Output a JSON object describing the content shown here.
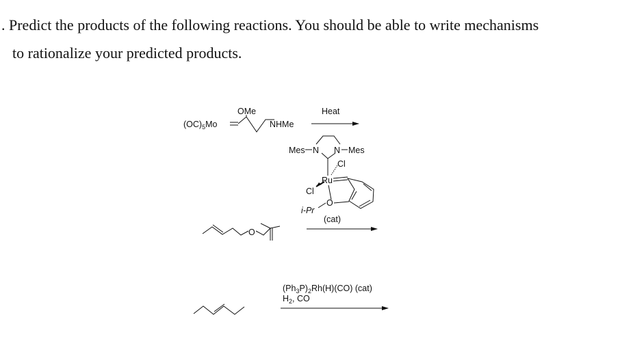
{
  "question": {
    "line1": ". Predict the products of the following reactions.  You should be able to write mechanisms",
    "line2": "to rationalize your predicted products."
  },
  "reaction1": {
    "metal_fragment": "(OC)",
    "metal_sub": "5",
    "metal": "Mo",
    "substituent": "OMe",
    "amine": "NHMe",
    "condition": "Heat"
  },
  "reaction2": {
    "mes_left": "Mes",
    "n_left": "N",
    "n_right": "N",
    "mes_right": "Mes",
    "cl_top": "Cl",
    "ru": "Ru",
    "cl_bottom": "Cl",
    "o": "O",
    "ipr": "i-Pr",
    "substrate_o": "O",
    "condition": "(cat)"
  },
  "reaction3": {
    "reagent_line1_a": "(Ph",
    "reagent_line1_sub1": "3",
    "reagent_line1_b": "P)",
    "reagent_line1_sub2": "2",
    "reagent_line1_c": "Rh(H)(CO) (cat)",
    "reagent_line2_a": "H",
    "reagent_line2_sub": "2",
    "reagent_line2_b": ", CO"
  }
}
